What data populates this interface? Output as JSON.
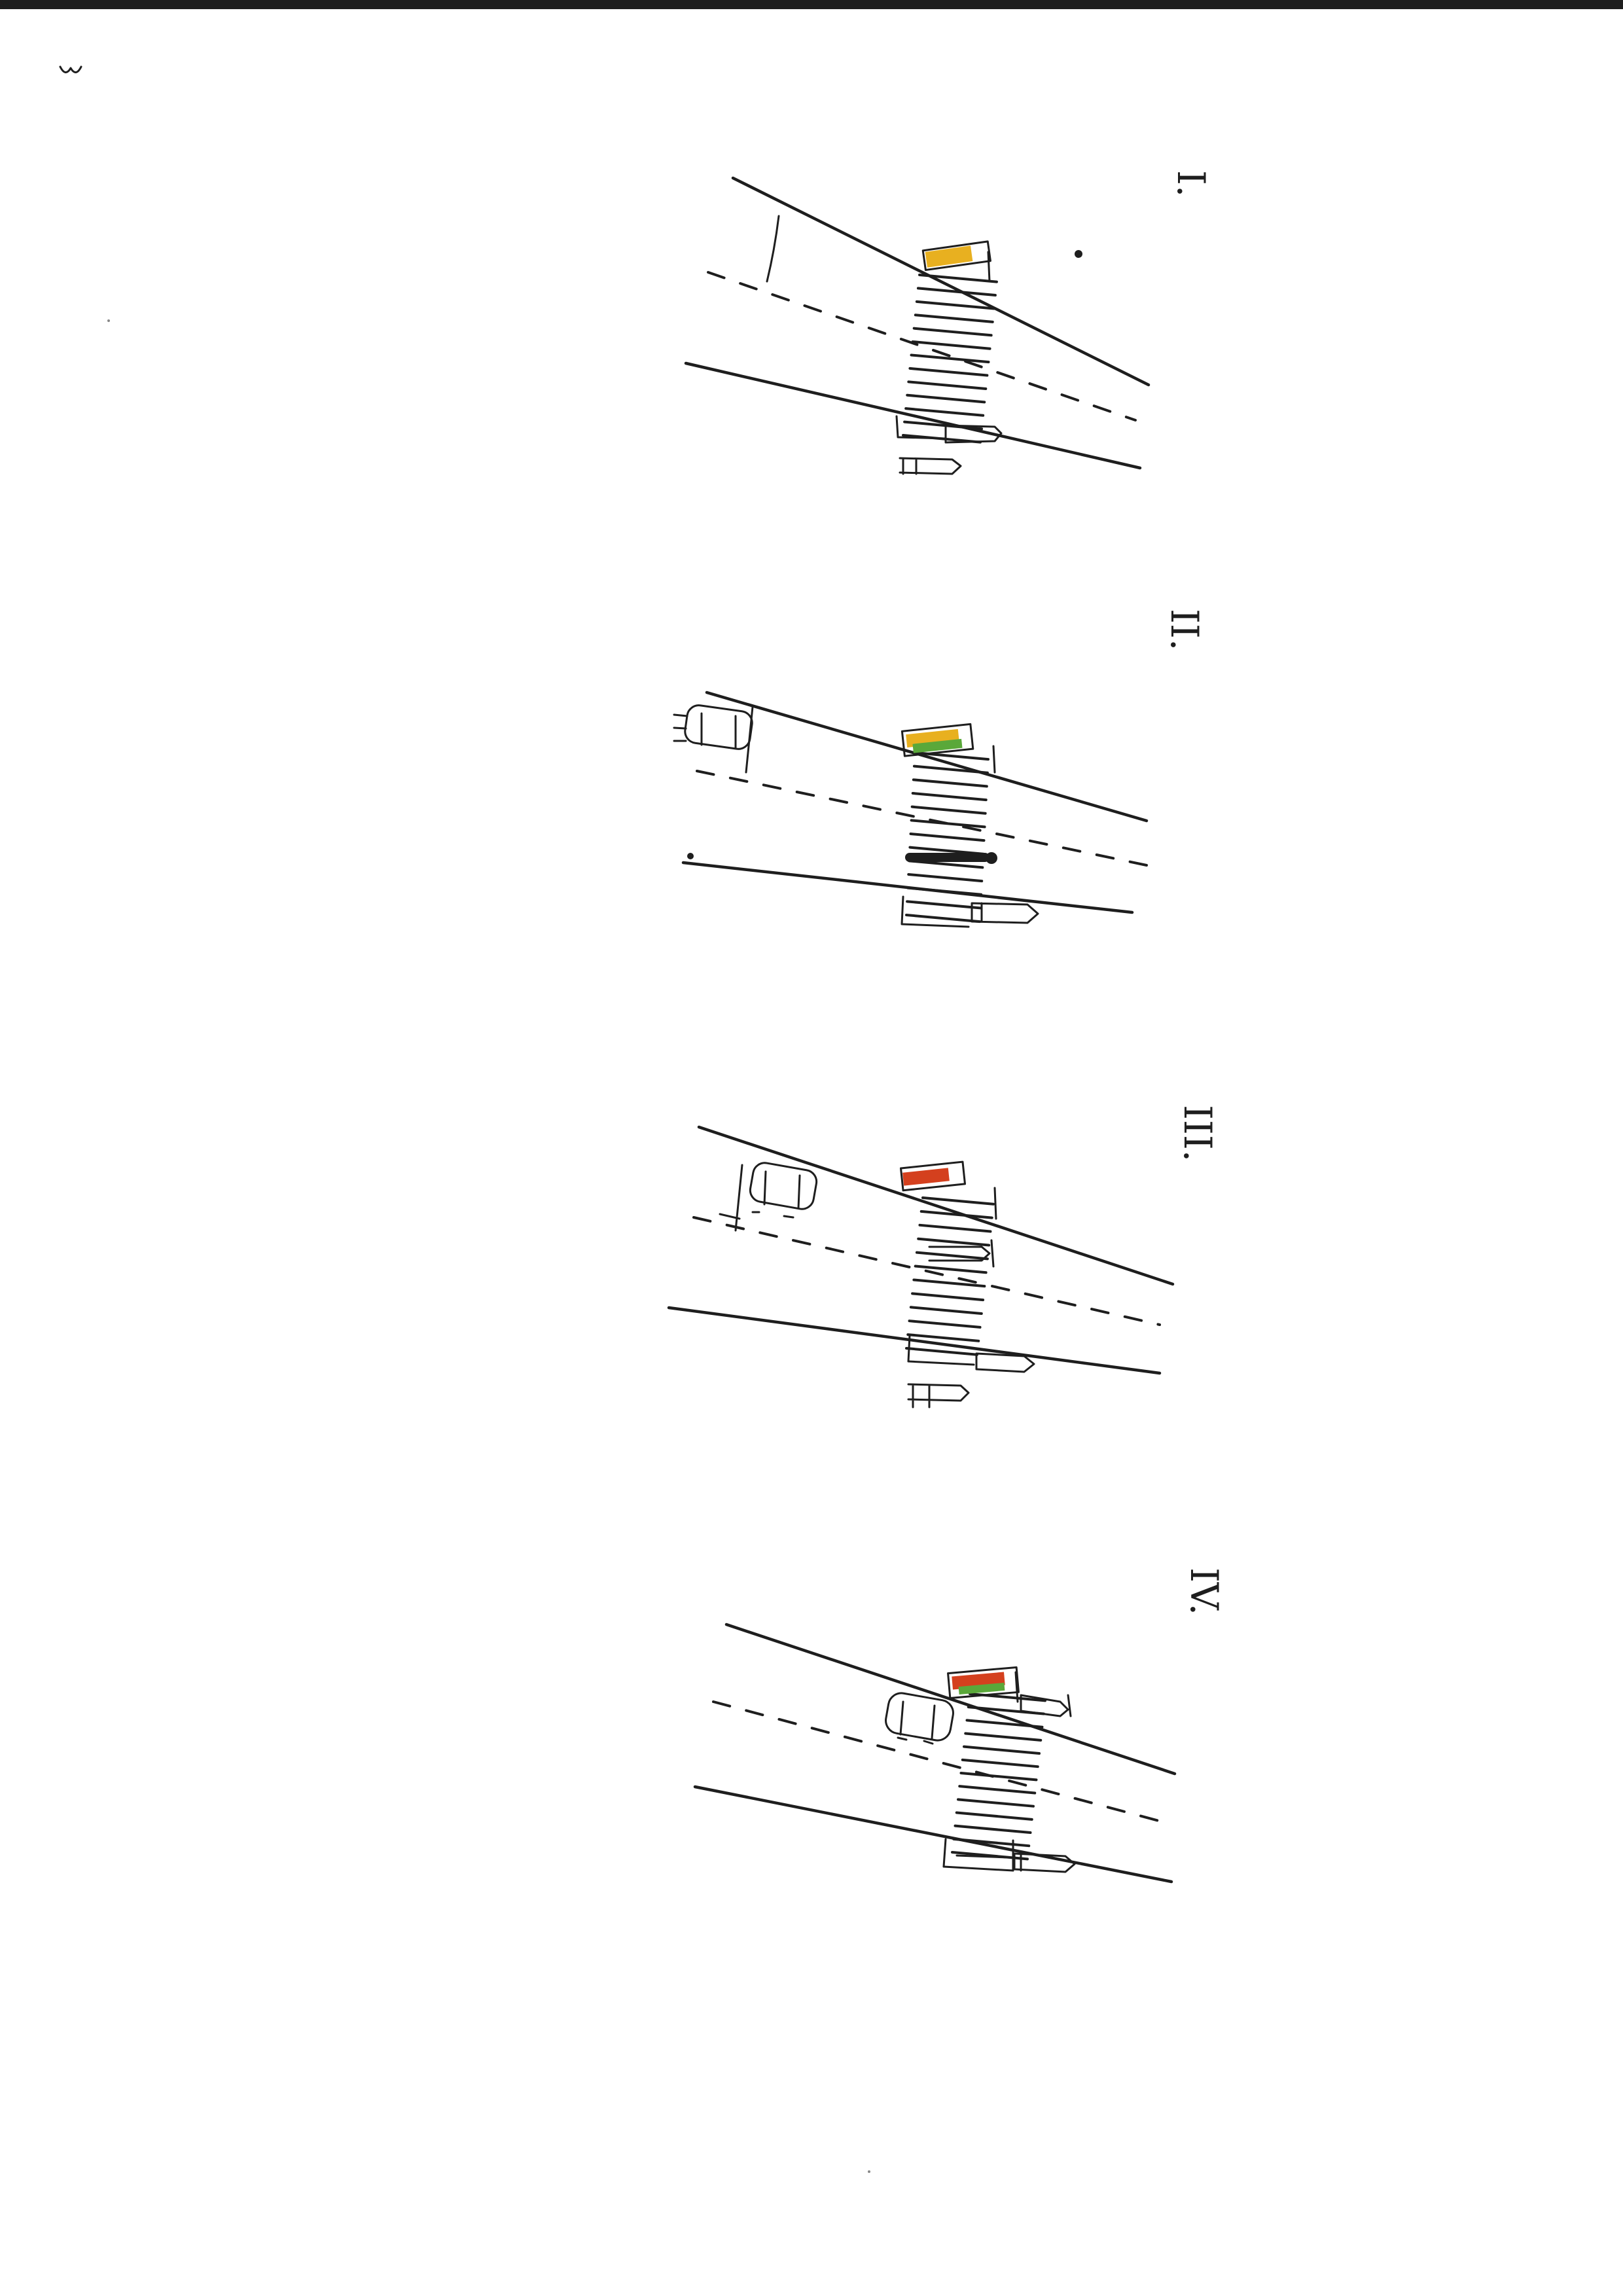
{
  "sketch": {
    "panels": [
      {
        "numeral": "I.",
        "signal": "amber",
        "car": false,
        "pedestrian": "waiting"
      },
      {
        "numeral": "II.",
        "signal": "amber-green",
        "car": true,
        "pedestrian": "crossing"
      },
      {
        "numeral": "III.",
        "signal": "red",
        "car": true,
        "pedestrian": "crossing"
      },
      {
        "numeral": "IV.",
        "signal": "red-green",
        "car": true,
        "pedestrian": "waiting"
      }
    ],
    "colors": {
      "ink": "#1e1e1e",
      "amber": "#e8b020",
      "green": "#5aa83a",
      "red": "#d4401e",
      "paper": "#ffffff"
    }
  }
}
